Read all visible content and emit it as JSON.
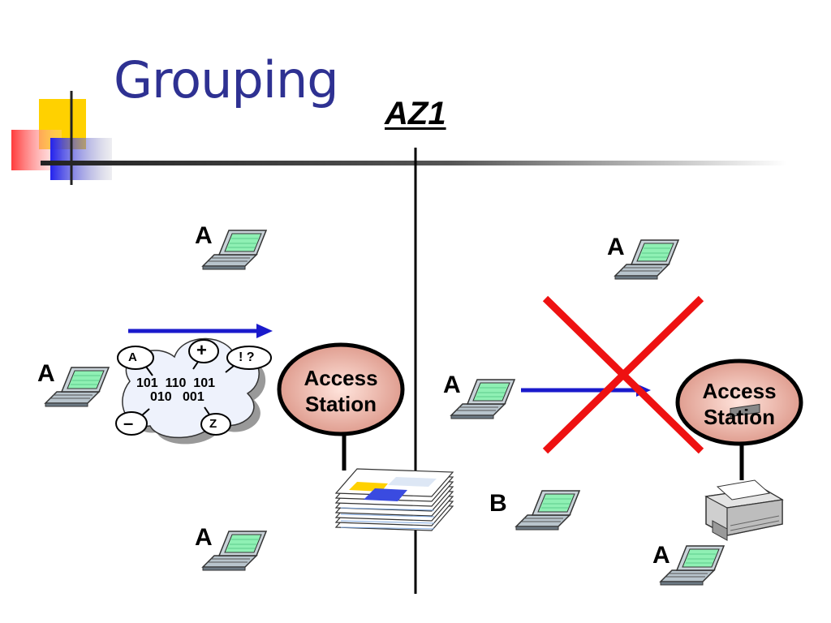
{
  "slide": {
    "title": "Grouping",
    "zone_label": "AZ1"
  },
  "left_group": {
    "laptops": [
      "A",
      "A",
      "A"
    ],
    "access_station": {
      "line1": "Access",
      "line2": "Station"
    },
    "cloud": {
      "bubbles": [
        "A",
        "+",
        "! ?",
        "–",
        "Z"
      ],
      "bits_line1": "101  110  101",
      "bits_line2": "010   001"
    }
  },
  "right_group": {
    "laptops": [
      "A",
      "A",
      "B",
      "A"
    ],
    "access_station": {
      "line1": "Access",
      "line2": "Station"
    }
  },
  "colors": {
    "title": "#2e3192",
    "arrow": "#1a1acc",
    "cross": "#ee1111",
    "station_fill": "#e8a898"
  }
}
